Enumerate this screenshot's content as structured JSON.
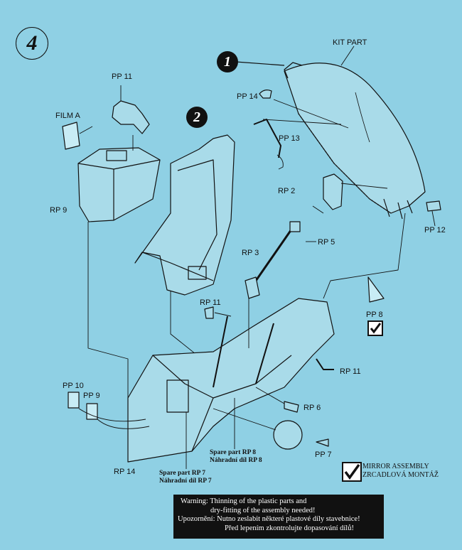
{
  "step_number": "4",
  "callouts": {
    "one": "1",
    "two": "2"
  },
  "labels": {
    "kit_part": "KIT PART",
    "pp11": "PP 11",
    "film_a": "FILM A",
    "rp9": "RP 9",
    "pp14": "PP 14",
    "pp13": "PP 13",
    "rp2": "RP 2",
    "pp12": "PP 12",
    "rp5": "RP 5",
    "rp3": "RP 3",
    "rp11_left": "RP 11",
    "pp8": "PP 8",
    "rp11_right": "RP 11",
    "pp10": "PP 10",
    "pp9": "PP 9",
    "rp6": "RP 6",
    "pp7": "PP 7",
    "rp14": "RP 14",
    "spare_rp8_line1": "Spare part RP 8",
    "spare_rp8_line2": "Náhradní díl RP 8",
    "spare_rp7_line1": "Spare part RP 7",
    "spare_rp7_line2": "Náhradní díl RP 7",
    "mirror_line1": "MIRROR  ASSEMBLY",
    "mirror_line2": "ZRCADLOVÁ MONTÁŽ"
  },
  "warning": {
    "line1": "Warning: Thinning of the plastic parts and",
    "line2": "dry-fitting of the assembly needed!",
    "line3": "Upozornění: Nutno zeslabit některé plastové díly stavebnice!",
    "line4": "Před lepením zkontrolujte dopasování dílů!"
  },
  "colors": {
    "background": "#8fd0e4",
    "ink": "#111111",
    "part_fill": "#a9dbe9"
  }
}
